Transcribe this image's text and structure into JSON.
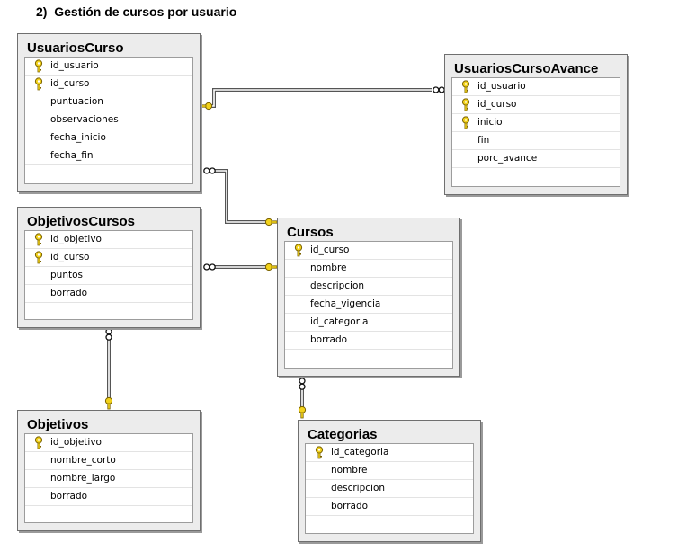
{
  "heading": "2)  Gestión de cursos por usuario",
  "tables": {
    "usuarios_curso": {
      "name": "UsuariosCurso",
      "columns": [
        {
          "name": "id_usuario",
          "key": true
        },
        {
          "name": "id_curso",
          "key": true
        },
        {
          "name": "puntuacion",
          "key": false
        },
        {
          "name": "observaciones",
          "key": false
        },
        {
          "name": "fecha_inicio",
          "key": false
        },
        {
          "name": "fecha_fin",
          "key": false
        }
      ]
    },
    "usuarios_curso_avance": {
      "name": "UsuariosCursoAvance",
      "columns": [
        {
          "name": "id_usuario",
          "key": true
        },
        {
          "name": "id_curso",
          "key": true
        },
        {
          "name": "inicio",
          "key": true
        },
        {
          "name": "fin",
          "key": false
        },
        {
          "name": "porc_avance",
          "key": false
        }
      ]
    },
    "objetivos_cursos": {
      "name": "ObjetivosCursos",
      "columns": [
        {
          "name": "id_objetivo",
          "key": true
        },
        {
          "name": "id_curso",
          "key": true
        },
        {
          "name": "puntos",
          "key": false
        },
        {
          "name": "borrado",
          "key": false
        }
      ]
    },
    "cursos": {
      "name": "Cursos",
      "columns": [
        {
          "name": "id_curso",
          "key": true
        },
        {
          "name": "nombre",
          "key": false
        },
        {
          "name": "descripcion",
          "key": false
        },
        {
          "name": "fecha_vigencia",
          "key": false
        },
        {
          "name": "id_categoria",
          "key": false
        },
        {
          "name": "borrado",
          "key": false
        }
      ]
    },
    "objetivos": {
      "name": "Objetivos",
      "columns": [
        {
          "name": "id_objetivo",
          "key": true
        },
        {
          "name": "nombre_corto",
          "key": false
        },
        {
          "name": "nombre_largo",
          "key": false
        },
        {
          "name": "borrado",
          "key": false
        }
      ]
    },
    "categorias": {
      "name": "Categorias",
      "columns": [
        {
          "name": "id_categoria",
          "key": true
        },
        {
          "name": "nombre",
          "key": false
        },
        {
          "name": "descripcion",
          "key": false
        },
        {
          "name": "borrado",
          "key": false
        }
      ]
    }
  },
  "colors": {
    "key_fill": "#f2d21b",
    "key_stroke": "#7a6200",
    "line": "#555555"
  }
}
